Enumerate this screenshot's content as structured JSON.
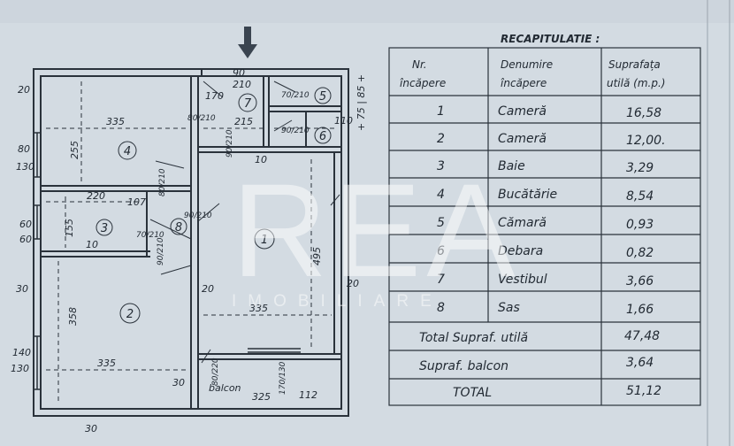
{
  "summary": {
    "title": "RECAPITULATIE :",
    "headers": {
      "nr": [
        "Nr.",
        "încăpere"
      ],
      "name": [
        "Denumire",
        "încăpere"
      ],
      "area": [
        "Suprafața",
        "utilă (m.p.)"
      ]
    },
    "rows": [
      {
        "nr": "1",
        "name": "Cameră",
        "area": "16,58"
      },
      {
        "nr": "2",
        "name": "Cameră",
        "area": "12,00."
      },
      {
        "nr": "3",
        "name": "Baie",
        "area": "3,29"
      },
      {
        "nr": "4",
        "name": "Bucătărie",
        "area": "8,54"
      },
      {
        "nr": "5",
        "name": "Cămară",
        "area": "0,93"
      },
      {
        "nr": "6",
        "name": "Debara",
        "area": "0,82"
      },
      {
        "nr": "7",
        "name": "Vestibul",
        "area": "3,66"
      },
      {
        "nr": "8",
        "name": "Sas",
        "area": "1,66"
      }
    ],
    "totals": [
      {
        "label": "Total Supraf. utilă",
        "value": "47,48"
      },
      {
        "label": "Supraf. balcon",
        "value": "3,64"
      },
      {
        "label": "TOTAL",
        "value": "51,12"
      }
    ]
  },
  "plan": {
    "room_numbers": [
      "1",
      "2",
      "3",
      "4",
      "5",
      "6",
      "7",
      "8"
    ],
    "balcony_label": "balcon",
    "dims": {
      "d335a": "335",
      "d255": "255",
      "d215": "215",
      "d335b": "335",
      "d358": "358",
      "d335c": "335",
      "d495": "495",
      "d325": "325",
      "d220": "220",
      "d155": "155",
      "d112": "112",
      "d30a": "30",
      "d30b": "30",
      "d30c": "30",
      "d20a": "20",
      "d20b": "20",
      "d20c": "20",
      "d140": "140",
      "d130a": "130",
      "d60a": "60",
      "d60b": "60",
      "d80a": "80",
      "d130b": "130",
      "d10a": "10",
      "d10b": "10",
      "d90": "90",
      "d210": "210",
      "d170": "170",
      "d110": "110",
      "d751": "+ 75 | 85 +"
    },
    "doors": {
      "d80_210": "80/210",
      "d90_210a": "90/210",
      "d70_210": "70/210",
      "d90_210b": "90/210",
      "d70_210b": "70/210",
      "d80_210b": "80/210",
      "d90_210c": "90/210",
      "d80_220": "80/220",
      "d170_130": "170/130",
      "d90_210d": "90/210",
      "d107": "107"
    }
  },
  "watermark": {
    "brand": "REA",
    "sub": "IMOBILIARE"
  },
  "colors": {
    "paper": "#d3dbe2",
    "ink": "#1f2830",
    "watermark": "#ffffff"
  }
}
